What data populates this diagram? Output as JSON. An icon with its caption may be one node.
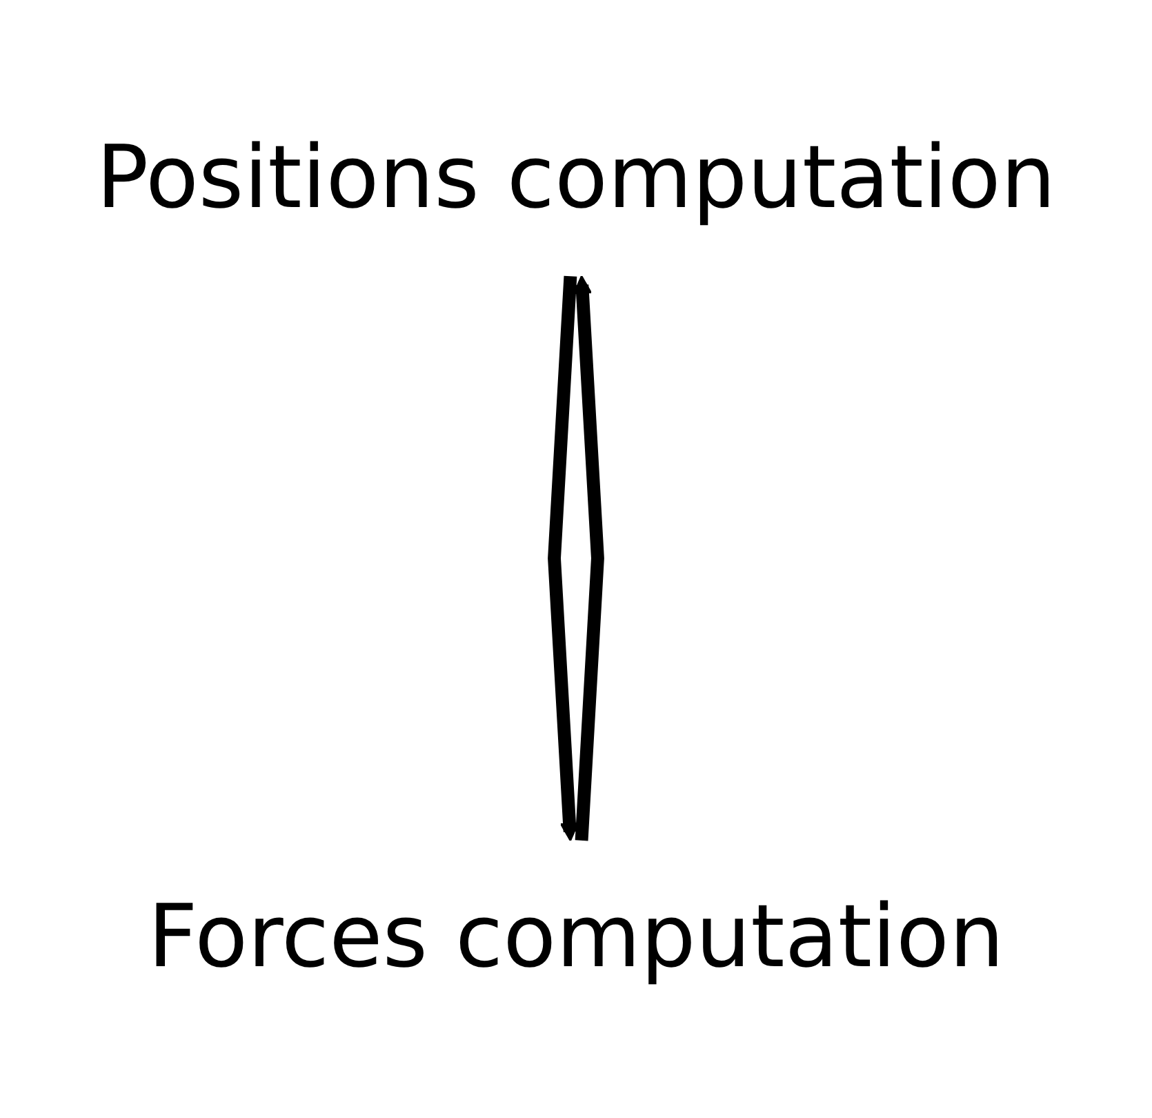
{
  "diagram": {
    "nodes": [
      {
        "text": [
          "Positions computation"
        ]
      },
      {
        "text": [
          "Forces computation"
        ]
      }
    ],
    "edges": [
      {
        "from": 0,
        "to": 1,
        "arrow": "to"
      },
      {
        "from": 1,
        "to": 0,
        "arrow": "to"
      }
    ]
  }
}
